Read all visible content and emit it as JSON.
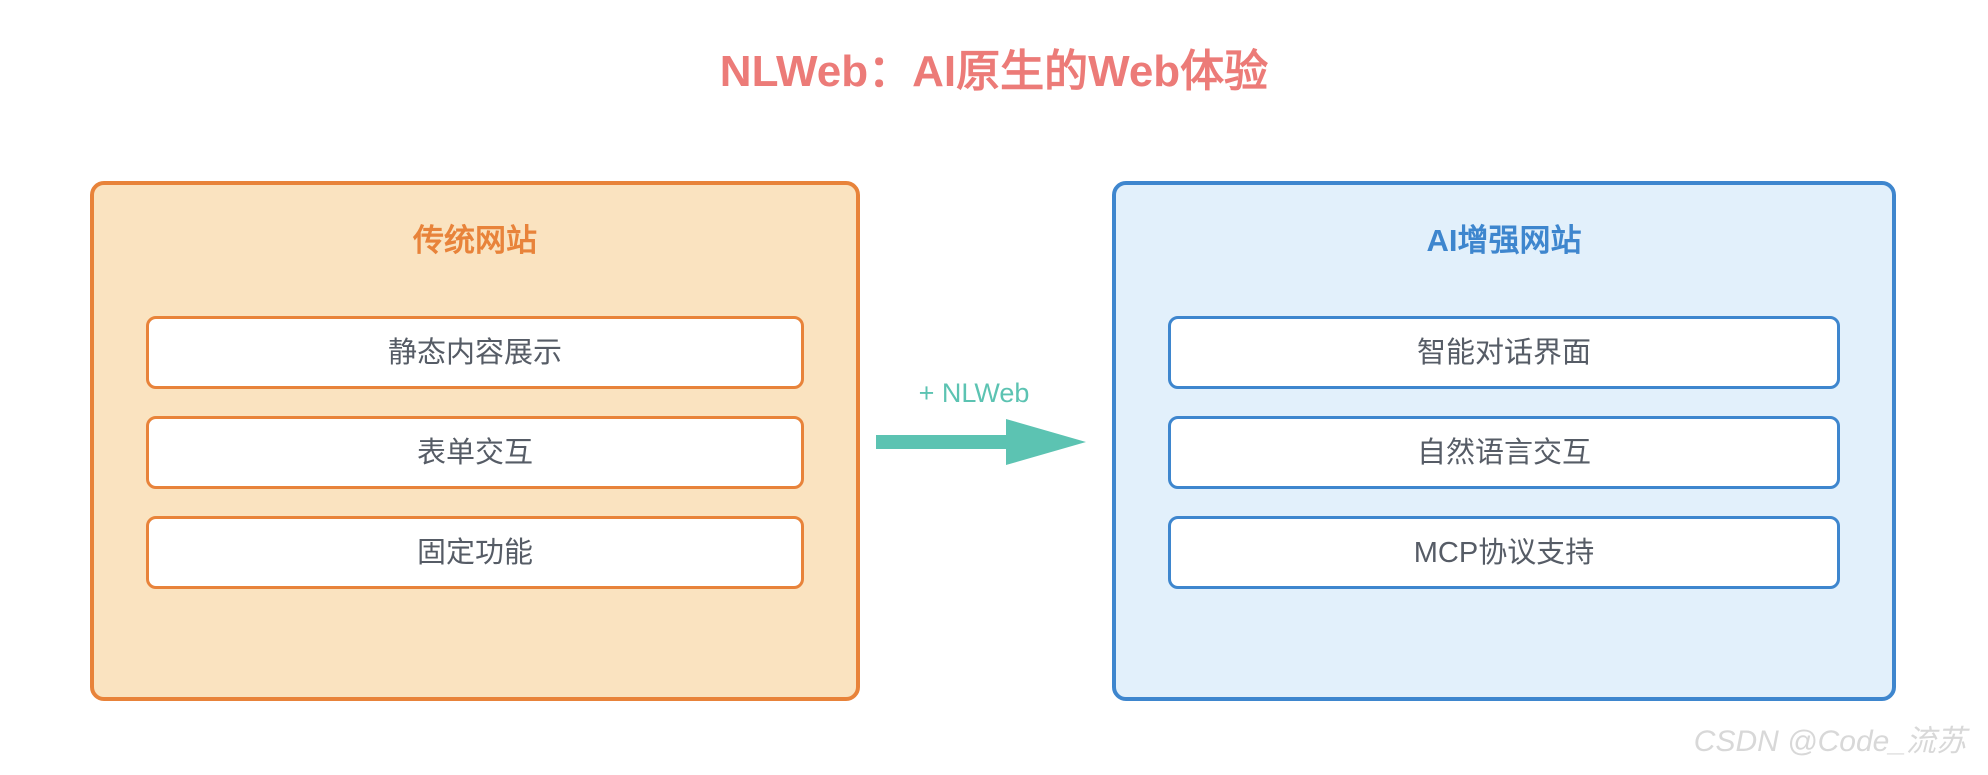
{
  "title": "NLWeb：AI原生的Web体验",
  "colors": {
    "title": "#EC7B78",
    "left_accent": "#E8833A",
    "left_background": "#FAE3C0",
    "right_accent": "#3E86CE",
    "right_background": "#E2F0FB",
    "arrow": "#5CC3B2",
    "item_text": "#565C66",
    "watermark": "#D8D8D8",
    "page_background": "#FFFFFF"
  },
  "left_panel": {
    "title": "传统网站",
    "items": [
      {
        "label": "静态内容展示"
      },
      {
        "label": "表单交互"
      },
      {
        "label": "固定功能"
      }
    ]
  },
  "right_panel": {
    "title": "AI增强网站",
    "items": [
      {
        "label": "智能对话界面"
      },
      {
        "label": "自然语言交互"
      },
      {
        "label": "MCP协议支持"
      }
    ]
  },
  "arrow": {
    "label": "+ NLWeb",
    "direction": "right",
    "icon": "arrow-right-icon"
  },
  "watermark": "CSDN @Code_流苏"
}
